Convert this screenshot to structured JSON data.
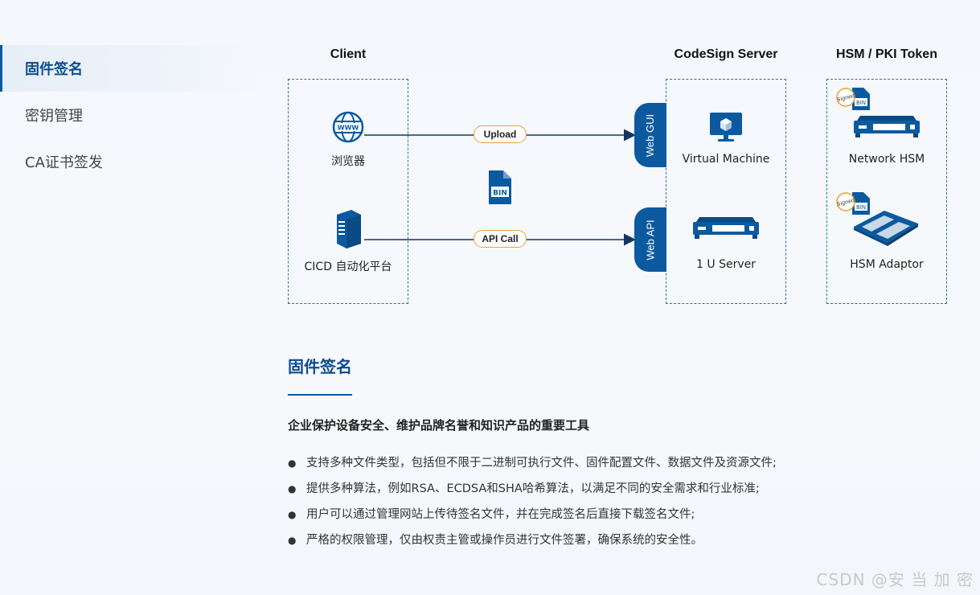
{
  "sidebar": {
    "items": [
      {
        "label": "固件签名",
        "active": true
      },
      {
        "label": "密钥管理",
        "active": false
      },
      {
        "label": "CA证书签发",
        "active": false
      }
    ]
  },
  "diagram": {
    "columns": {
      "client": "Client",
      "server": "CodeSign Server",
      "hsm": "HSM / PKI Token"
    },
    "client_nodes": {
      "browser": "浏览器",
      "cicd": "CICD 自动化平台"
    },
    "connectors": {
      "upload": "Upload",
      "api_call": "API Call"
    },
    "bin_icon": "BIN",
    "server_tabs": {
      "web_gui": "Web GUI",
      "web_api": "Web API"
    },
    "server_nodes": {
      "vm": "Virtual Machine",
      "server": "1 U Server"
    },
    "hsm_nodes": {
      "network_hsm": "Network HSM",
      "hsm_adaptor": "HSM Adaptor"
    },
    "signed_label": "Signed",
    "www_label": "WWW",
    "colors": {
      "primary": "#0b5aa0",
      "accent": "#e7a23a",
      "line": "#14355f"
    }
  },
  "content": {
    "title": "固件签名",
    "subtitle": "企业保护设备安全、维护品牌名誉和知识产品的重要工具",
    "bullets": [
      "支持多种文件类型，包括但不限于二进制可执行文件、固件配置文件、数据文件及资源文件;",
      "提供多种算法，例如RSA、ECDSA和SHA哈希算法，以满足不同的安全需求和行业标准;",
      "用户可以通过管理网站上传待签名文件，并在完成签名后直接下载签名文件;",
      "严格的权限管理，仅由权责主管或操作员进行文件签署，确保系统的安全性。"
    ]
  },
  "watermark": "CSDN @安 当 加 密"
}
